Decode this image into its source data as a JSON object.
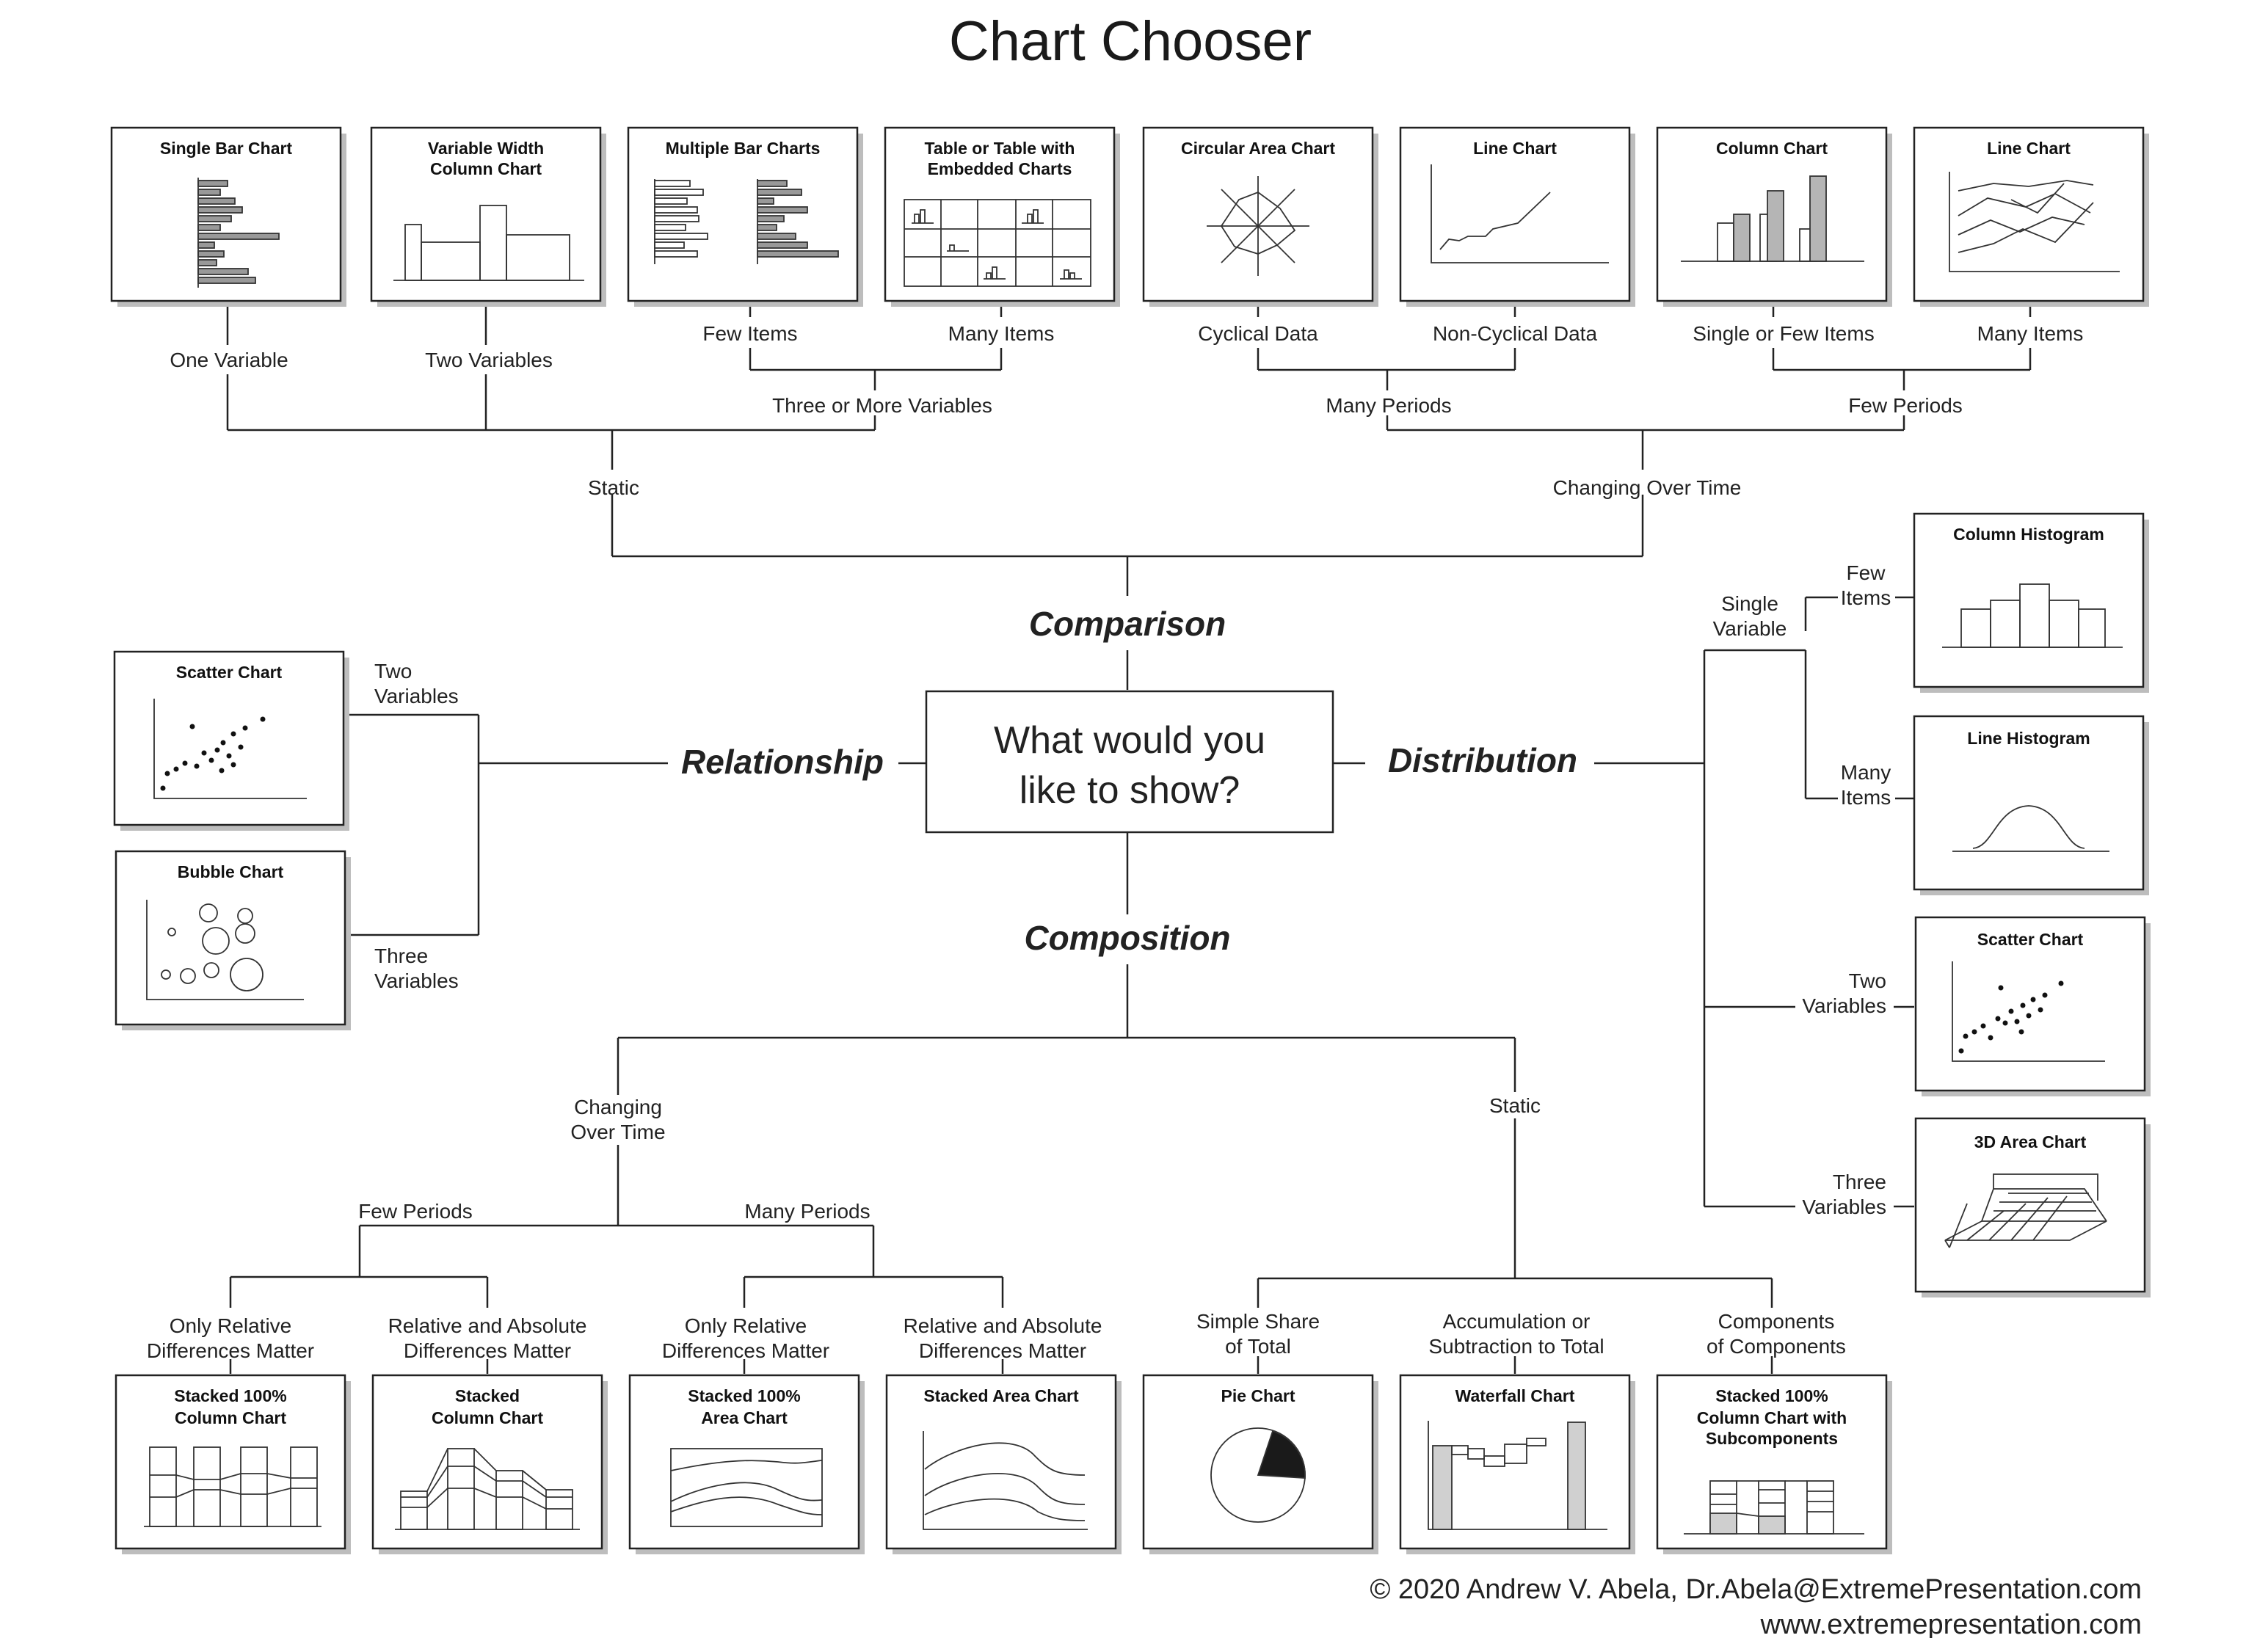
{
  "title": "Chart Chooser",
  "question": {
    "line1": "What would you",
    "line2": "like to show?"
  },
  "categories": {
    "comparison": "Comparison",
    "relationship": "Relationship",
    "distribution": "Distribution",
    "composition": "Composition"
  },
  "comparison": {
    "static": "Static",
    "changing": "Changing Over Time",
    "one_variable": "One Variable",
    "two_variables": "Two Variables",
    "three_or_more": "Three or More Variables",
    "few_items": "Few Items",
    "many_items": "Many Items",
    "many_periods": "Many Periods",
    "few_periods": "Few Periods",
    "cyclical": "Cyclical Data",
    "non_cyclical": "Non-Cyclical Data",
    "single_or_few": "Single or Few Items",
    "many_items_2": "Many Items",
    "charts": {
      "single_bar": "Single Bar Chart",
      "variable_width_1": "Variable Width",
      "variable_width_2": "Column Chart",
      "multiple_bar": "Multiple Bar Charts",
      "table_1": "Table or Table with",
      "table_2": "Embedded Charts",
      "circular_area": "Circular Area Chart",
      "line_chart": "Line Chart",
      "column_chart": "Column Chart",
      "line_chart_2": "Line Chart"
    }
  },
  "relationship": {
    "two_vars_1": "Two",
    "two_vars_2": "Variables",
    "three_vars_1": "Three",
    "three_vars_2": "Variables",
    "charts": {
      "scatter": "Scatter Chart",
      "bubble": "Bubble Chart"
    }
  },
  "distribution": {
    "single_variable_1": "Single",
    "single_variable_2": "Variable",
    "few_items_1": "Few",
    "few_items_2": "Items",
    "many_items_1": "Many",
    "many_items_2": "Items",
    "two_vars_1": "Two",
    "two_vars_2": "Variables",
    "three_vars_1": "Three",
    "three_vars_2": "Variables",
    "charts": {
      "column_histogram": "Column Histogram",
      "line_histogram": "Line Histogram",
      "scatter": "Scatter Chart",
      "area_3d": "3D Area Chart"
    }
  },
  "composition": {
    "changing_1": "Changing",
    "changing_2": "Over Time",
    "static": "Static",
    "few_periods": "Few Periods",
    "many_periods": "Many Periods",
    "only_relative_1": "Only Relative",
    "only_relative_2": "Differences Matter",
    "rel_abs_1": "Relative and Absolute",
    "rel_abs_2": "Differences Matter",
    "only_relative_b1": "Only Relative",
    "only_relative_b2": "Differences Matter",
    "rel_abs_b1": "Relative and Absolute",
    "rel_abs_b2": "Differences Matter",
    "simple_share_1": "Simple Share",
    "simple_share_2": "of Total",
    "accum_1": "Accumulation or",
    "accum_2": "Subtraction to Total",
    "components_1": "Components",
    "components_2": "of Components",
    "charts": {
      "stacked100_col_1": "Stacked 100%",
      "stacked100_col_2": "Column Chart",
      "stacked_col_1": "Stacked",
      "stacked_col_2": "Column Chart",
      "stacked100_area_1": "Stacked 100%",
      "stacked100_area_2": "Area Chart",
      "stacked_area": "Stacked Area Chart",
      "pie": "Pie Chart",
      "waterfall": "Waterfall Chart",
      "stacked100_sub_1": "Stacked 100%",
      "stacked100_sub_2": "Column Chart with",
      "stacked100_sub_3": "Subcomponents"
    }
  },
  "footer": {
    "line1": "© 2020  Andrew V. Abela, Dr.Abela@ExtremePresentation.com",
    "line2": "www.extremepresentation.com"
  }
}
